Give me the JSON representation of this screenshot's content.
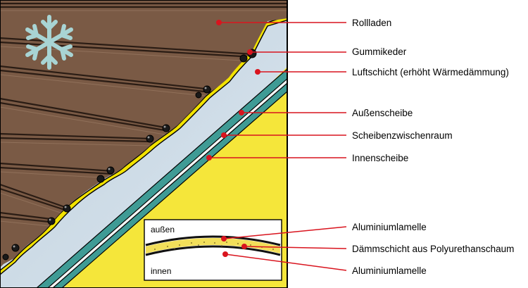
{
  "labels": {
    "rollladen": "Rollladen",
    "gummikeder": "Gummikeder",
    "luftschicht": "Luftschicht (erhöht Wärmedämmung)",
    "aussenscheibe": "Außenscheibe",
    "scheibenzwischenraum": "Scheibenzwischenraum",
    "innenscheibe": "Innenscheibe",
    "aluminiumlamelle_top": "Aluminiumlamelle",
    "daemmschicht": "Dämmschicht aus Polyurethanschaum",
    "aluminiumlamelle_bottom": "Aluminiumlamelle"
  },
  "inset": {
    "outside": "außen",
    "inside": "innen"
  },
  "icons": {
    "weather": "snowflake-icon"
  },
  "colors": {
    "shutter": "#7a5a45",
    "shutter_dark": "#4a3628",
    "rubber_seal": "#f2e200",
    "air_layer": "#d3e2ec",
    "glass": "#3f9b95",
    "interior": "#f5e63a",
    "callout": "#d9141e",
    "snowflake": "#a8d4d4",
    "foam": "#f2df5a"
  }
}
